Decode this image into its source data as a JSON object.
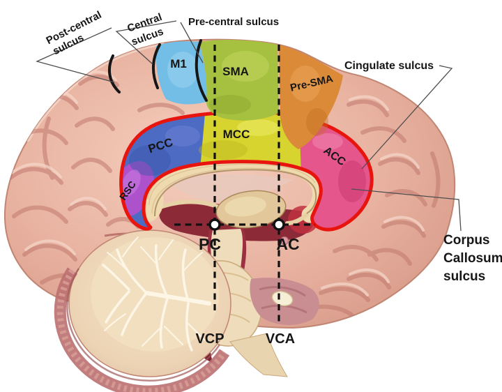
{
  "labels": {
    "post_central_sulcus": {
      "line1": "Post-central",
      "line2": "sulcus"
    },
    "central_sulcus": {
      "line1": "Central",
      "line2": "sulcus"
    },
    "pre_central_sulcus": "Pre-central sulcus",
    "cingulate_sulcus": "Cingulate sulcus",
    "corpus_callosum_sulcus": {
      "line1": "Corpus",
      "line2": "Callosum",
      "line3": "sulcus"
    }
  },
  "regions": {
    "m1": {
      "label": "M1",
      "color": "#72bee6"
    },
    "sma": {
      "label": "SMA",
      "color": "#a6c140"
    },
    "pre_sma": {
      "label": "Pre-SMA",
      "color": "#db8a37"
    },
    "pcc": {
      "label": "PCC",
      "color": "#4e6bc4"
    },
    "mcc": {
      "label": "MCC",
      "color": "#d8d42f"
    },
    "acc": {
      "label": "ACC",
      "color": "#e5568d"
    },
    "rsc": {
      "label": "RSC",
      "color": "#ae52cc"
    }
  },
  "landmarks": {
    "pc": "PC",
    "ac": "AC",
    "vcp": "VCP",
    "vca": "VCA"
  },
  "annotation_colors": {
    "cingulate_outline": "#e8150f",
    "reference_lines": "#111111"
  }
}
